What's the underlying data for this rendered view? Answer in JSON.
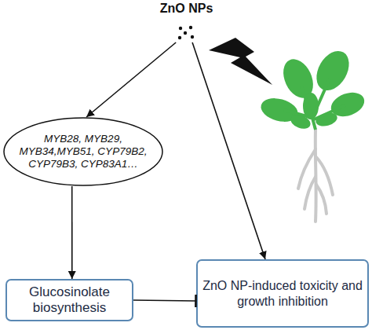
{
  "diagram": {
    "nodes": [
      {
        "text": [
          "ZnO NPs"
        ]
      },
      {
        "text": [
          "MYB28, MYB29, MYB34,MYB51, CYP79B2, CYP79B3, CYP83A1…"
        ]
      },
      {
        "text": [
          "Glucosinolate biosynthesis"
        ]
      },
      {
        "text": [
          "ZnO NP-induced toxicity and growth inhibition"
        ]
      }
    ],
    "edges": [
      {
        "from": 0,
        "to": 1,
        "arrow": "to"
      },
      {
        "from": 0,
        "to": 3,
        "arrow": "to"
      },
      {
        "from": 1,
        "to": 2,
        "arrow": "to"
      },
      {
        "from": 2,
        "to": 3,
        "arrow": "to"
      }
    ]
  }
}
